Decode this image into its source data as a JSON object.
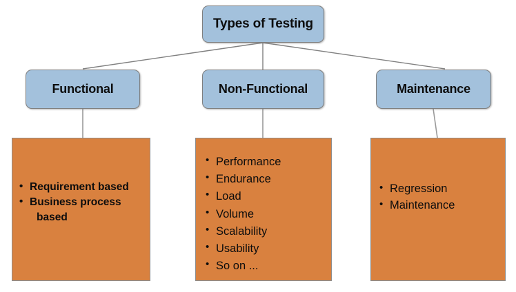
{
  "diagram": {
    "title": "Types of Testing",
    "root": {
      "label": "Types of Testing"
    },
    "categories": [
      {
        "label": "Functional"
      },
      {
        "label": "Non-Functional"
      },
      {
        "label": "Maintenance"
      }
    ],
    "panels": [
      {
        "owner": "Functional",
        "items": [
          {
            "text": "Requirement based"
          },
          {
            "text": "Business process",
            "continuation": "based"
          }
        ]
      },
      {
        "owner": "Non-Functional",
        "items": [
          {
            "text": "Performance"
          },
          {
            "text": "Endurance"
          },
          {
            "text": "Load"
          },
          {
            "text": "Volume"
          },
          {
            "text": "Scalability"
          },
          {
            "text": "Usability"
          },
          {
            "text": "So on ..."
          }
        ]
      },
      {
        "owner": "Maintenance",
        "items": [
          {
            "text": "Regression"
          },
          {
            "text": "Maintenance"
          }
        ]
      }
    ],
    "colors": {
      "node_fill": "#a3c1dc",
      "node_border": "#7f7f7f",
      "panel_fill": "#d9813f",
      "panel_border": "#8c8c8c",
      "connector": "#808080",
      "text": "#0d0d0d",
      "background": "#ffffff"
    }
  }
}
